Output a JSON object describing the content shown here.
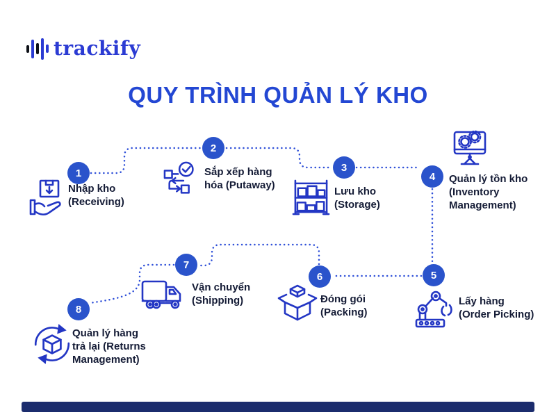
{
  "brand": {
    "name": "trackify",
    "logo_icon": "soundwave-bars-icon"
  },
  "title": "QUY TRÌNH QUẢN LÝ KHO",
  "steps": [
    {
      "number": "1",
      "name": "receiving",
      "icon": "hand-receiving-box-icon",
      "lines": [
        "Nhập kho",
        "(Receiving)"
      ]
    },
    {
      "number": "2",
      "name": "putaway",
      "icon": "putaway-flowchart-check-icon",
      "lines": [
        "Sắp xếp hàng",
        "hóa (Putaway)"
      ]
    },
    {
      "number": "3",
      "name": "storage",
      "icon": "storage-shelf-icon",
      "lines": [
        "Lưu kho",
        "(Storage)"
      ]
    },
    {
      "number": "4",
      "name": "inventory-management",
      "icon": "monitor-gears-icon",
      "lines": [
        "Quản lý tồn kho",
        "(Inventory",
        "Management)"
      ]
    },
    {
      "number": "5",
      "name": "order-picking",
      "icon": "robot-arm-icon",
      "lines": [
        "Lấy hàng",
        "(Order Picking)"
      ]
    },
    {
      "number": "6",
      "name": "packing",
      "icon": "open-box-icon",
      "lines": [
        "Đóng gói",
        "(Packing)"
      ]
    },
    {
      "number": "7",
      "name": "shipping",
      "icon": "truck-icon",
      "lines": [
        "Vận chuyển",
        "(Shipping)"
      ]
    },
    {
      "number": "8",
      "name": "returns-management",
      "icon": "box-return-arrows-icon",
      "lines": [
        "Quản lý hàng",
        "trả lại (Returns",
        "Management)"
      ]
    }
  ],
  "colors": {
    "title_blue": "#2347d3",
    "icon_blue": "#2336c4",
    "dot_blue": "#2e4fd8",
    "circle_blue": "#2a53cb",
    "text_dark": "#151c36",
    "logo_blue": "#2b3bd3",
    "footer_navy": "#1b2c6d"
  }
}
